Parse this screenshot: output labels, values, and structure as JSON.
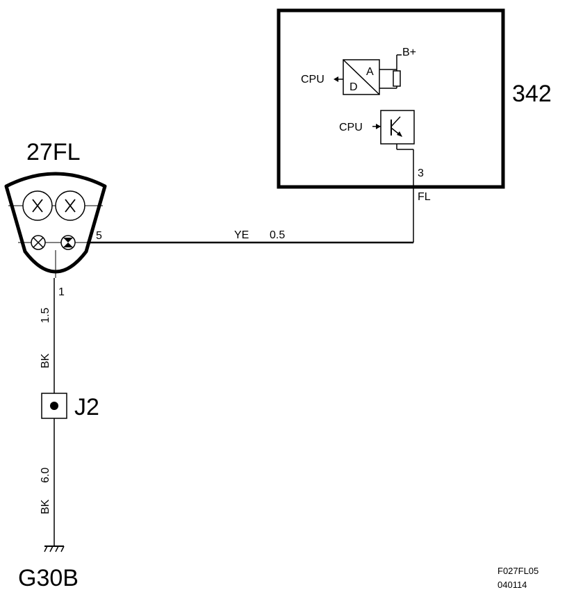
{
  "components": {
    "lamp": {
      "ref": "27FL",
      "pin_wire_out": "5",
      "pin_ground": "1"
    },
    "module": {
      "ref": "342",
      "supply": "B+",
      "adc_out": "CPU",
      "driver_in": "CPU",
      "adc_label_a": "A",
      "adc_label_d": "D",
      "pin": "3",
      "pin_function": "FL"
    },
    "splice": {
      "ref": "J2"
    },
    "ground": {
      "ref": "G30B"
    }
  },
  "wires": {
    "signal": {
      "color": "YE",
      "size": "0.5"
    },
    "ground_upper": {
      "color": "BK",
      "size": "1.5"
    },
    "ground_lower": {
      "color": "BK",
      "size": "6.0"
    }
  },
  "drawing": {
    "code": "F027FL05",
    "date": "040114"
  }
}
